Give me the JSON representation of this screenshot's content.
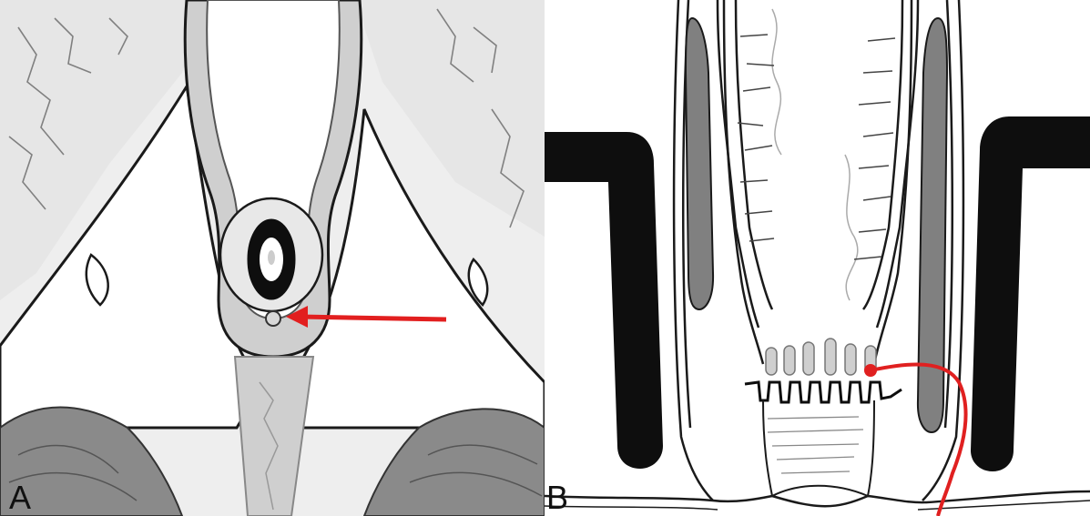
{
  "panels": [
    {
      "label": "A"
    },
    {
      "label": "B"
    }
  ],
  "colors": {
    "background_a": "#f1f1f1",
    "canvas_white": "#ffffff",
    "outline": "#1a1a1a",
    "gray_fill": "#cfcfcf",
    "dark_gray": "#808080",
    "muscle_black": "#0e0e0e",
    "arrow_red": "#e21f1f",
    "fistula_red": "#e02020"
  },
  "icons": [
    "arrow-right-to-left-icon",
    "fistula-tract"
  ]
}
